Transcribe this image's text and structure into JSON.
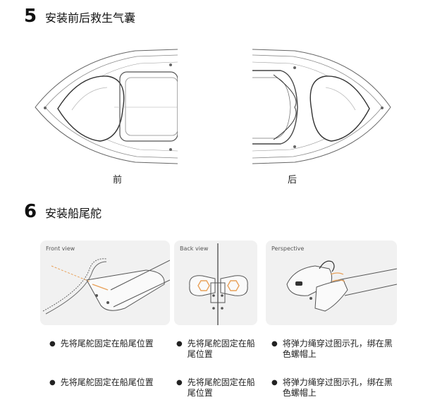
{
  "step5": {
    "number": "5",
    "title": "安装前后救生气囊"
  },
  "boat_captions": {
    "front": "前",
    "rear": "后"
  },
  "step6": {
    "number": "6",
    "title": "安装船尾舵"
  },
  "panels": {
    "front": {
      "label": "Front view"
    },
    "back": {
      "label": "Back view"
    },
    "perspective": {
      "label": "Perspective"
    }
  },
  "notes": {
    "row1": [
      "先将尾舵固定在船尾位置",
      "先将尾舵固定在船尾位置",
      "将弹力绳穿过图示孔，绑在黑色螺帽上"
    ],
    "row2": [
      "先将尾舵固定在船尾位置",
      "先将尾舵固定在船尾位置",
      "将弹力绳穿过图示孔，绑在黑色螺帽上"
    ]
  },
  "bullet_glyph": "●",
  "colors": {
    "accent_orange": "#e8a15a",
    "panel_bg": "#f1f1f1",
    "line": "#555555"
  }
}
